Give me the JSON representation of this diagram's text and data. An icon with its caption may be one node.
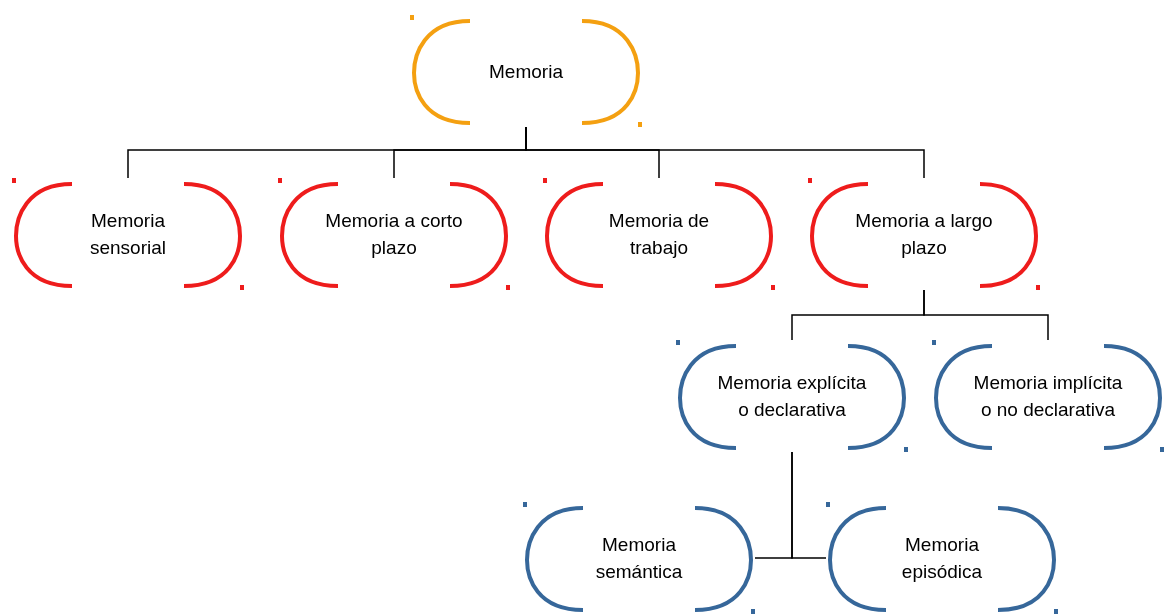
{
  "diagram": {
    "nodes": [
      {
        "text": [
          "Memoria"
        ]
      },
      {
        "text": [
          "Memoria sensorial"
        ]
      },
      {
        "text": [
          "Memoria a corto plazo"
        ]
      },
      {
        "text": [
          "Memoria de trabajo"
        ]
      },
      {
        "text": [
          "Memoria a largo plazo"
        ]
      },
      {
        "text": [
          "Memoria explícita o declarativa"
        ]
      },
      {
        "text": [
          "Memoria implícita o no declarativa"
        ]
      },
      {
        "text": [
          "Memoria semántica"
        ]
      },
      {
        "text": [
          "Memoria episódica"
        ]
      }
    ],
    "edges": [
      {
        "from": 0,
        "to": 1,
        "arrow": "none"
      },
      {
        "from": 0,
        "to": 2,
        "arrow": "none"
      },
      {
        "from": 0,
        "to": 3,
        "arrow": "none"
      },
      {
        "from": 0,
        "to": 4,
        "arrow": "none"
      },
      {
        "from": 4,
        "to": 5,
        "arrow": "none"
      },
      {
        "from": 4,
        "to": 6,
        "arrow": "none"
      },
      {
        "from": 5,
        "to": 7,
        "arrow": "none"
      },
      {
        "from": 5,
        "to": 8,
        "arrow": "none"
      }
    ]
  }
}
